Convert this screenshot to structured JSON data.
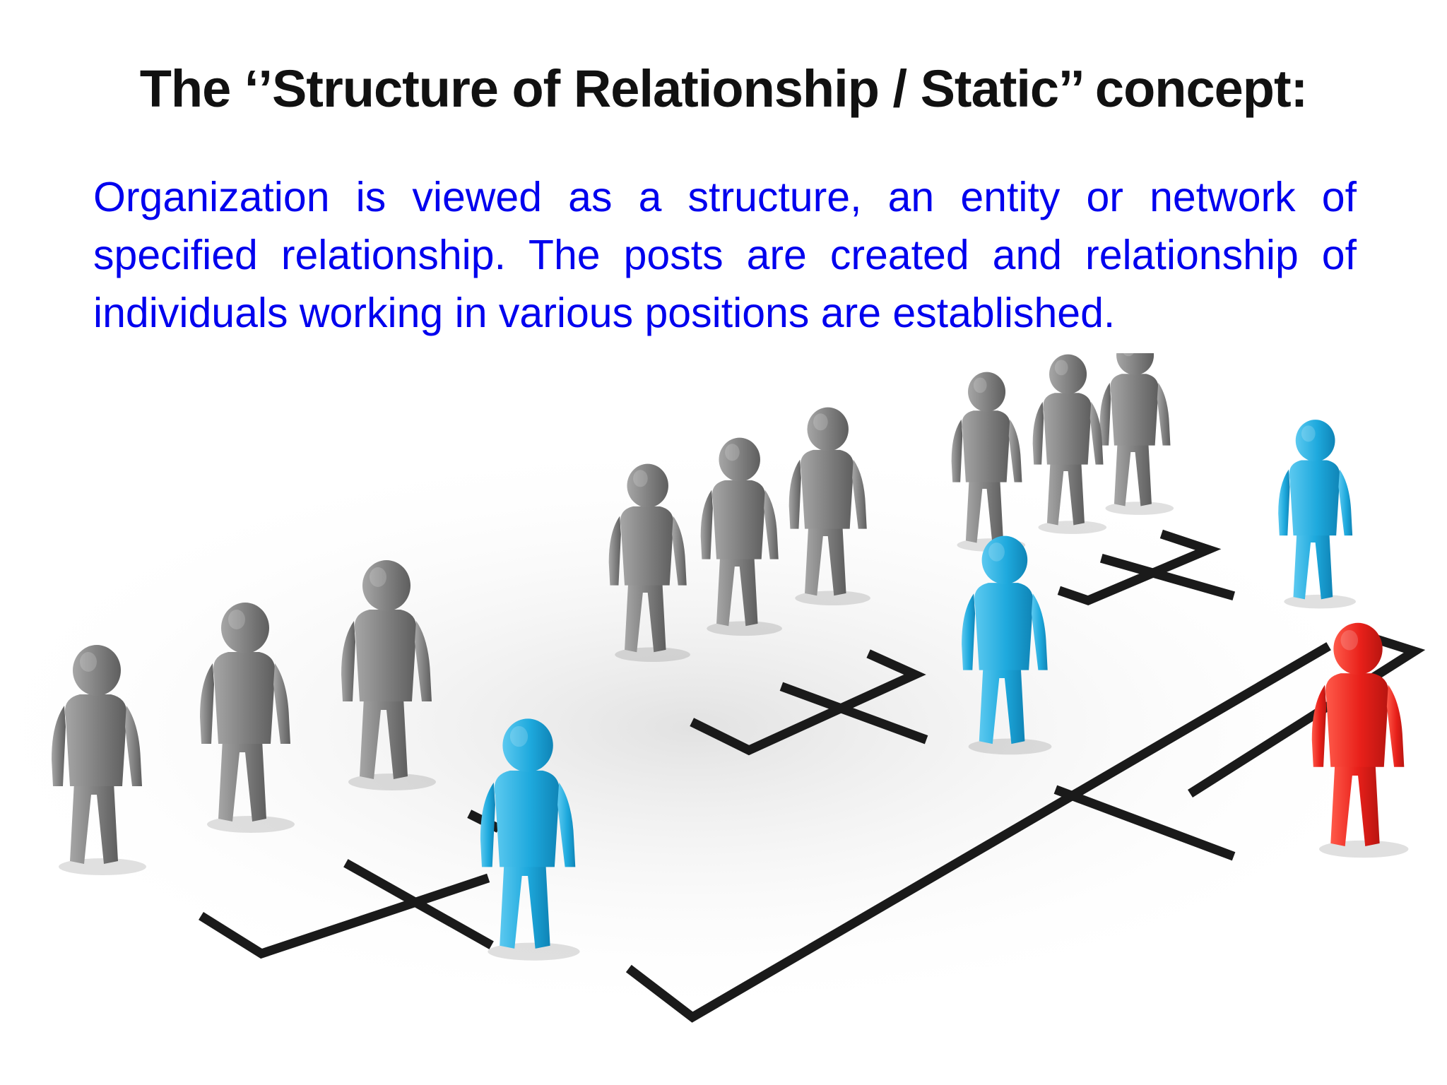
{
  "slide": {
    "title": "The ‘’Structure of Relationship / Static’’ concept:",
    "body": "Organization is viewed as a structure, an entity or network of specified relationship. The posts are created and relationship of individuals working in various positions are established."
  },
  "colors": {
    "title_text": "#111111",
    "body_text": "#0000ee",
    "connector_line": "#1a1a1a",
    "staff_figure": "#8a8a8a",
    "manager_figure": "#1ea9dd",
    "leader_figure": "#e8201a",
    "background": "#ffffff"
  },
  "illustration": {
    "depicts": "organization chart of 3D people figures linked by black connector lines",
    "figures": [
      {
        "role": "staff",
        "color_key": "staff_figure"
      },
      {
        "role": "staff",
        "color_key": "staff_figure"
      },
      {
        "role": "staff",
        "color_key": "staff_figure"
      },
      {
        "role": "staff",
        "color_key": "staff_figure"
      },
      {
        "role": "staff",
        "color_key": "staff_figure"
      },
      {
        "role": "staff",
        "color_key": "staff_figure"
      },
      {
        "role": "staff",
        "color_key": "staff_figure"
      },
      {
        "role": "staff",
        "color_key": "staff_figure"
      },
      {
        "role": "staff",
        "color_key": "staff_figure"
      },
      {
        "role": "manager",
        "color_key": "manager_figure"
      },
      {
        "role": "manager",
        "color_key": "manager_figure"
      },
      {
        "role": "manager",
        "color_key": "manager_figure"
      },
      {
        "role": "leader",
        "color_key": "leader_figure"
      }
    ]
  }
}
